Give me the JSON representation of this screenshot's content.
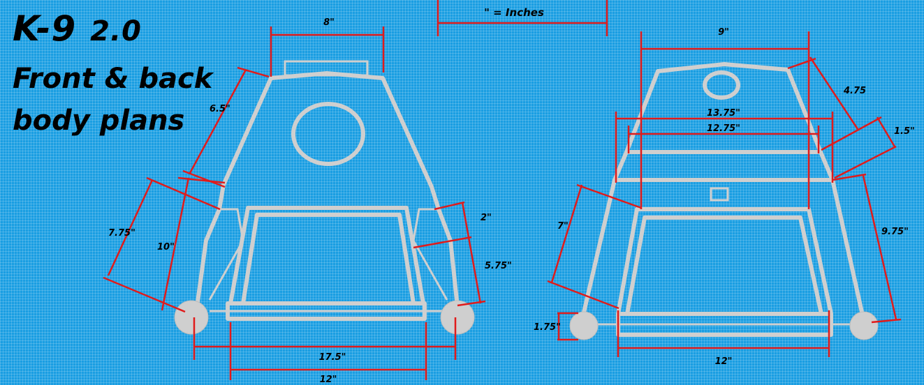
{
  "title": {
    "main": "K-9",
    "version": "2.0",
    "line2": "Front & back",
    "line3": "body plans"
  },
  "legend": "\" = Inches",
  "colors": {
    "background": "#1a9ee2",
    "body": "#cfcfcf",
    "dimension": "#e01b1b"
  },
  "front": {
    "top_width": "8\"",
    "upper_side": "6.5\"",
    "side_outer": "7.75\"",
    "side_height": "10\"",
    "panel": "2\"",
    "lower_side": "5.75\"",
    "axle_width": "17.5\"",
    "base_width": "12\""
  },
  "back": {
    "top_width": "9\"",
    "shoulder": "4.75",
    "band_outer": "13.75\"",
    "band_inner": "12.75\"",
    "band_height": "1.5\"",
    "side_left": "7\"",
    "side_right": "9.75\"",
    "wheel_height": "1.75\"",
    "base_width": "12\""
  }
}
